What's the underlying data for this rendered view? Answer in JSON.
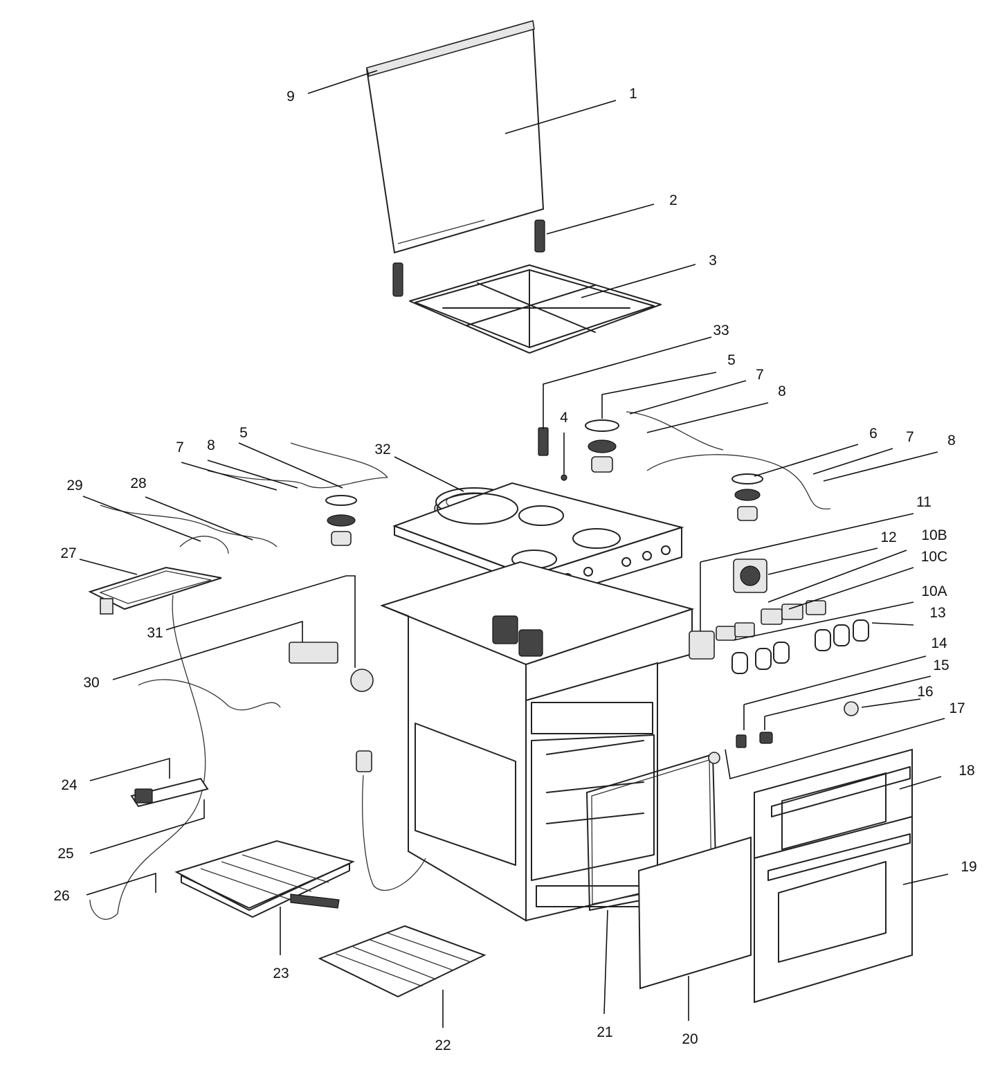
{
  "callouts": [
    {
      "id": "9",
      "label": "9"
    },
    {
      "id": "1",
      "label": "1"
    },
    {
      "id": "2",
      "label": "2"
    },
    {
      "id": "3",
      "label": "3"
    },
    {
      "id": "33",
      "label": "33"
    },
    {
      "id": "5a",
      "label": "5"
    },
    {
      "id": "7a",
      "label": "7"
    },
    {
      "id": "8a",
      "label": "8"
    },
    {
      "id": "4",
      "label": "4"
    },
    {
      "id": "6",
      "label": "6"
    },
    {
      "id": "7b",
      "label": "7"
    },
    {
      "id": "8b",
      "label": "8"
    },
    {
      "id": "5b",
      "label": "5"
    },
    {
      "id": "8c",
      "label": "8"
    },
    {
      "id": "7c",
      "label": "7"
    },
    {
      "id": "32",
      "label": "32"
    },
    {
      "id": "29",
      "label": "29"
    },
    {
      "id": "28",
      "label": "28"
    },
    {
      "id": "27",
      "label": "27"
    },
    {
      "id": "11",
      "label": "11"
    },
    {
      "id": "12",
      "label": "12"
    },
    {
      "id": "10B",
      "label": "10B"
    },
    {
      "id": "10C",
      "label": "10C"
    },
    {
      "id": "10A",
      "label": "10A"
    },
    {
      "id": "13",
      "label": "13"
    },
    {
      "id": "14",
      "label": "14"
    },
    {
      "id": "15",
      "label": "15"
    },
    {
      "id": "16",
      "label": "16"
    },
    {
      "id": "17",
      "label": "17"
    },
    {
      "id": "18",
      "label": "18"
    },
    {
      "id": "19",
      "label": "19"
    },
    {
      "id": "31",
      "label": "31"
    },
    {
      "id": "30",
      "label": "30"
    },
    {
      "id": "24",
      "label": "24"
    },
    {
      "id": "25",
      "label": "25"
    },
    {
      "id": "26",
      "label": "26"
    },
    {
      "id": "23",
      "label": "23"
    },
    {
      "id": "22",
      "label": "22"
    },
    {
      "id": "21",
      "label": "21"
    },
    {
      "id": "20",
      "label": "20"
    }
  ]
}
